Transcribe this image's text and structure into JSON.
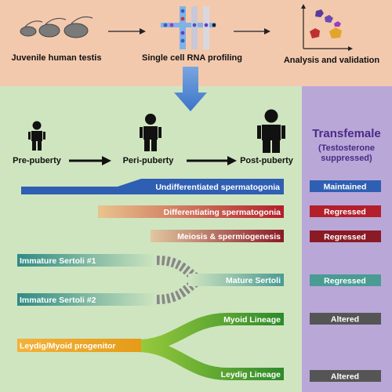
{
  "top": {
    "step1": "Juvenile human testis",
    "step2": "Single cell RNA profiling",
    "step3": "Analysis and validation"
  },
  "stages": {
    "pre": "Pre-puberty",
    "peri": "Peri-puberty",
    "post": "Post-puberty"
  },
  "panel": {
    "title": "Transfemale",
    "subtitle1": "(Testosterone",
    "subtitle2": "suppressed)"
  },
  "lineages": {
    "undiff": "Undifferentiated spermatogonia",
    "diff": "Differentiating spermatogonia",
    "meiosis": "Meiosis & spermiogenesis",
    "sertoli1": "Immature Sertoli #1",
    "sertoli2": "Immature Sertoli #2",
    "mature_sertoli": "Mature Sertoli",
    "myoid": "Myoid Lineage",
    "leydig_progenitor": "Leydig/Myoid progenitor",
    "leydig": "Leydig Lineage"
  },
  "status": {
    "undiff": "Maintained",
    "diff": "Regressed",
    "meiosis": "Regressed",
    "sertoli": "Regressed",
    "myoid": "Altered",
    "leydig": "Altered"
  },
  "colors": {
    "top_bg": "#f3c9ad",
    "main_bg": "#cfe5c0",
    "panel_bg": "#b9a7d8",
    "blue": "#2f5fb3",
    "red": "#b31f2a",
    "dark_red": "#8a1a24",
    "teal": "#4a9b93",
    "green": "#3e9a2d",
    "orange": "#f0a020",
    "gray": "#555555",
    "title_purple": "#4b2a86"
  }
}
